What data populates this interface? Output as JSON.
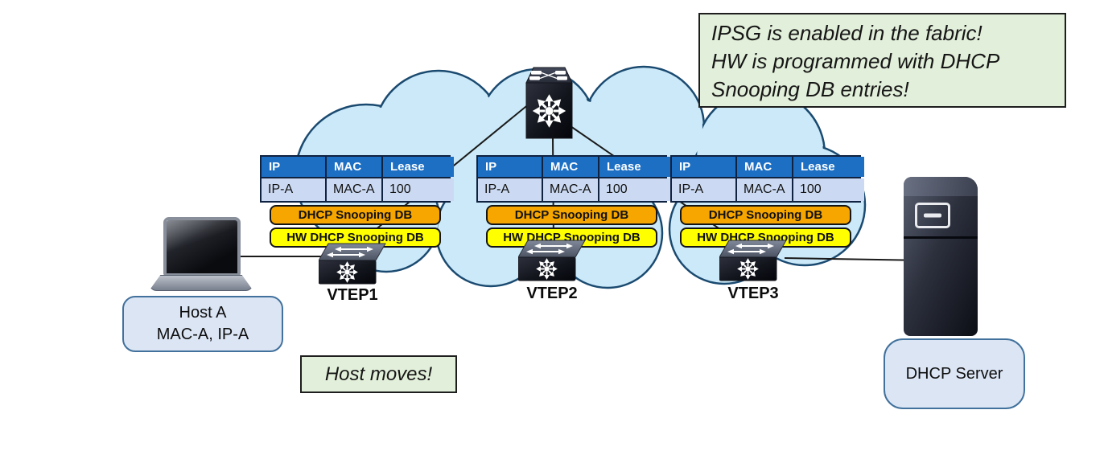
{
  "diagram": {
    "notes": {
      "ipsg": "IPSG is enabled in the fabric!\nHW is programmed with DHCP\nSnooping DB entries!",
      "host_moves": "Host moves!"
    },
    "snooping_table": {
      "columns": [
        "IP",
        "MAC",
        "Lease"
      ],
      "row": [
        "IP-A",
        "MAC-A",
        "100"
      ],
      "dhcp_db_label": "DHCP Snooping DB",
      "hw_db_label": "HW DHCP Snooping DB"
    },
    "vteps": [
      {
        "label": "VTEP1"
      },
      {
        "label": "VTEP2"
      },
      {
        "label": "VTEP3"
      }
    ],
    "spine": {
      "icon": "spine-switch-icon"
    },
    "host": {
      "name": "Host A",
      "detail": "MAC-A, IP-A"
    },
    "dhcp_server": {
      "label": "DHCP Server"
    },
    "colors": {
      "cloud_fill": "#cbe9f8",
      "cloud_stroke": "#1b4a70",
      "table_header": "#1d6fc4",
      "table_row": "#cbdaf2",
      "dhcp_db_bar": "#f7a600",
      "hw_db_bar": "#ffff00",
      "note_fill": "#e2efda",
      "chip_fill": "#dbe5f4",
      "chip_border": "#41719c"
    }
  }
}
